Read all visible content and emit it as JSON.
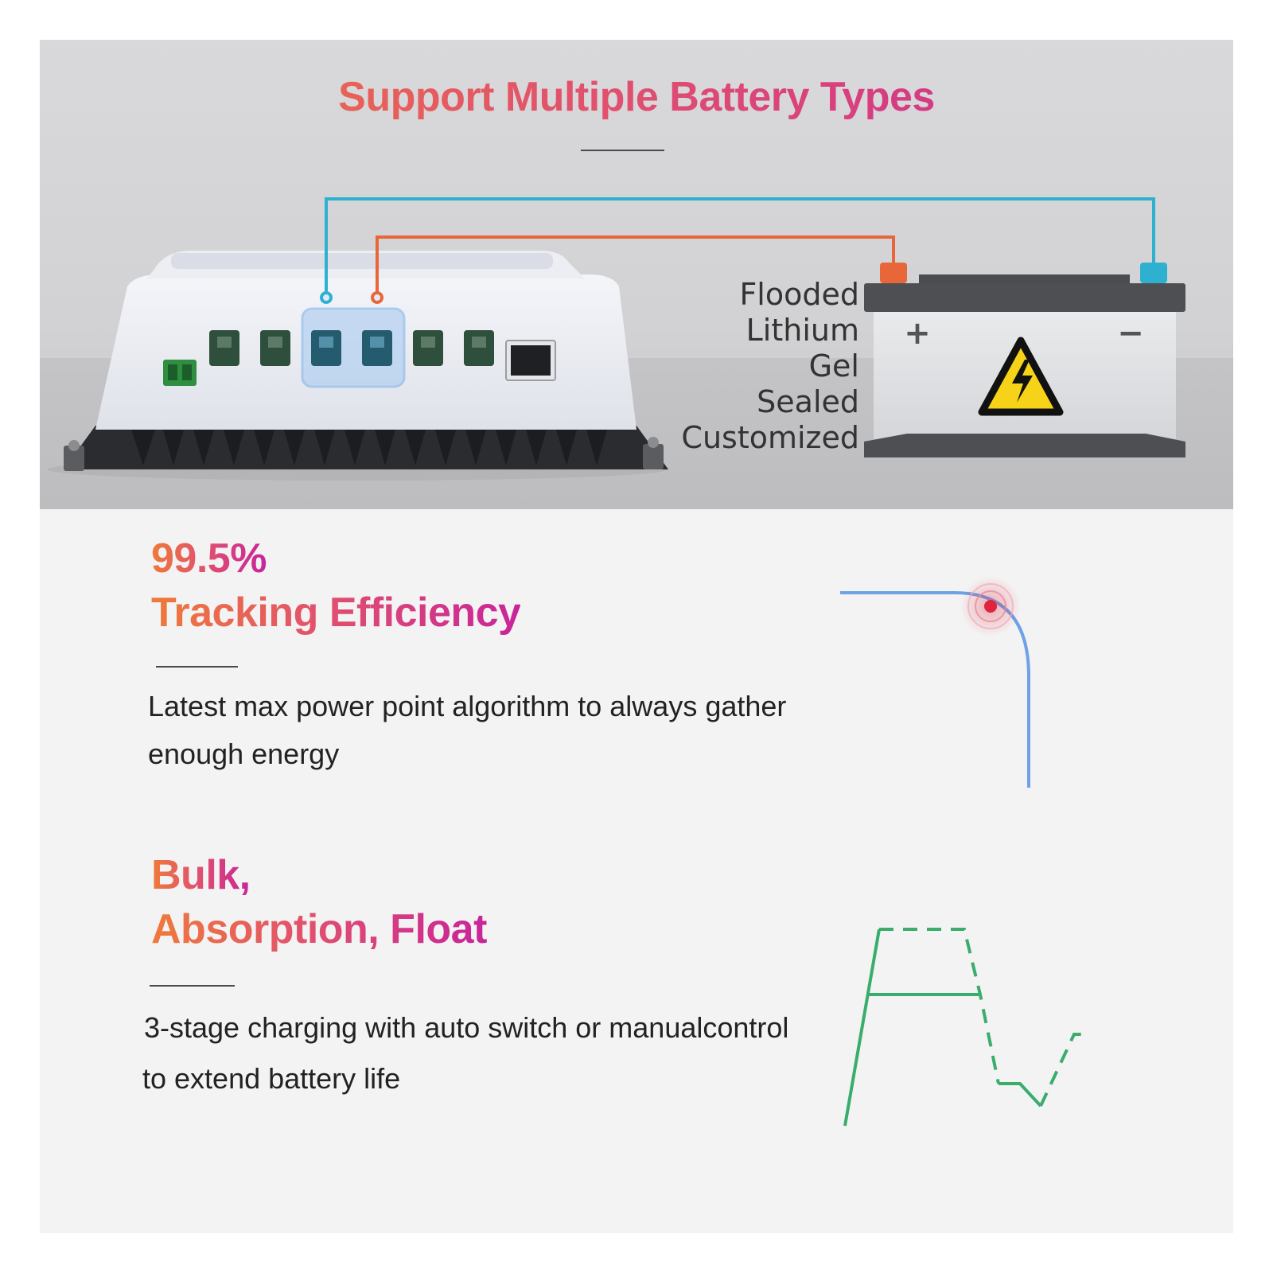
{
  "header": {
    "title": "Support Multiple Battery Types"
  },
  "battery_types": [
    "Flooded",
    "Lithium",
    "Gel",
    "Sealed",
    "Customized"
  ],
  "battery": {
    "plus": "+",
    "minus": "−"
  },
  "section1": {
    "line1": "99.5%",
    "line2": "Tracking Efficiency",
    "desc1": "Latest max power point  algorithm to always gather",
    "desc2": "enough energy"
  },
  "section2": {
    "line1": "Bulk,",
    "line2": "Absorption, Float",
    "desc1": "3-stage charging with auto switch or manualcontrol",
    "desc2": "to extend battery life"
  },
  "colors": {
    "wire_positive": "#e8673a",
    "wire_negative": "#2eb0d0",
    "mppt_curve": "#6fa1e6",
    "mppt_point": "#e0243b",
    "charge_curve": "#3aad6c"
  },
  "icons": [
    "lightning-warning-icon",
    "tracking-curve-icon",
    "charging-stages-icon"
  ]
}
